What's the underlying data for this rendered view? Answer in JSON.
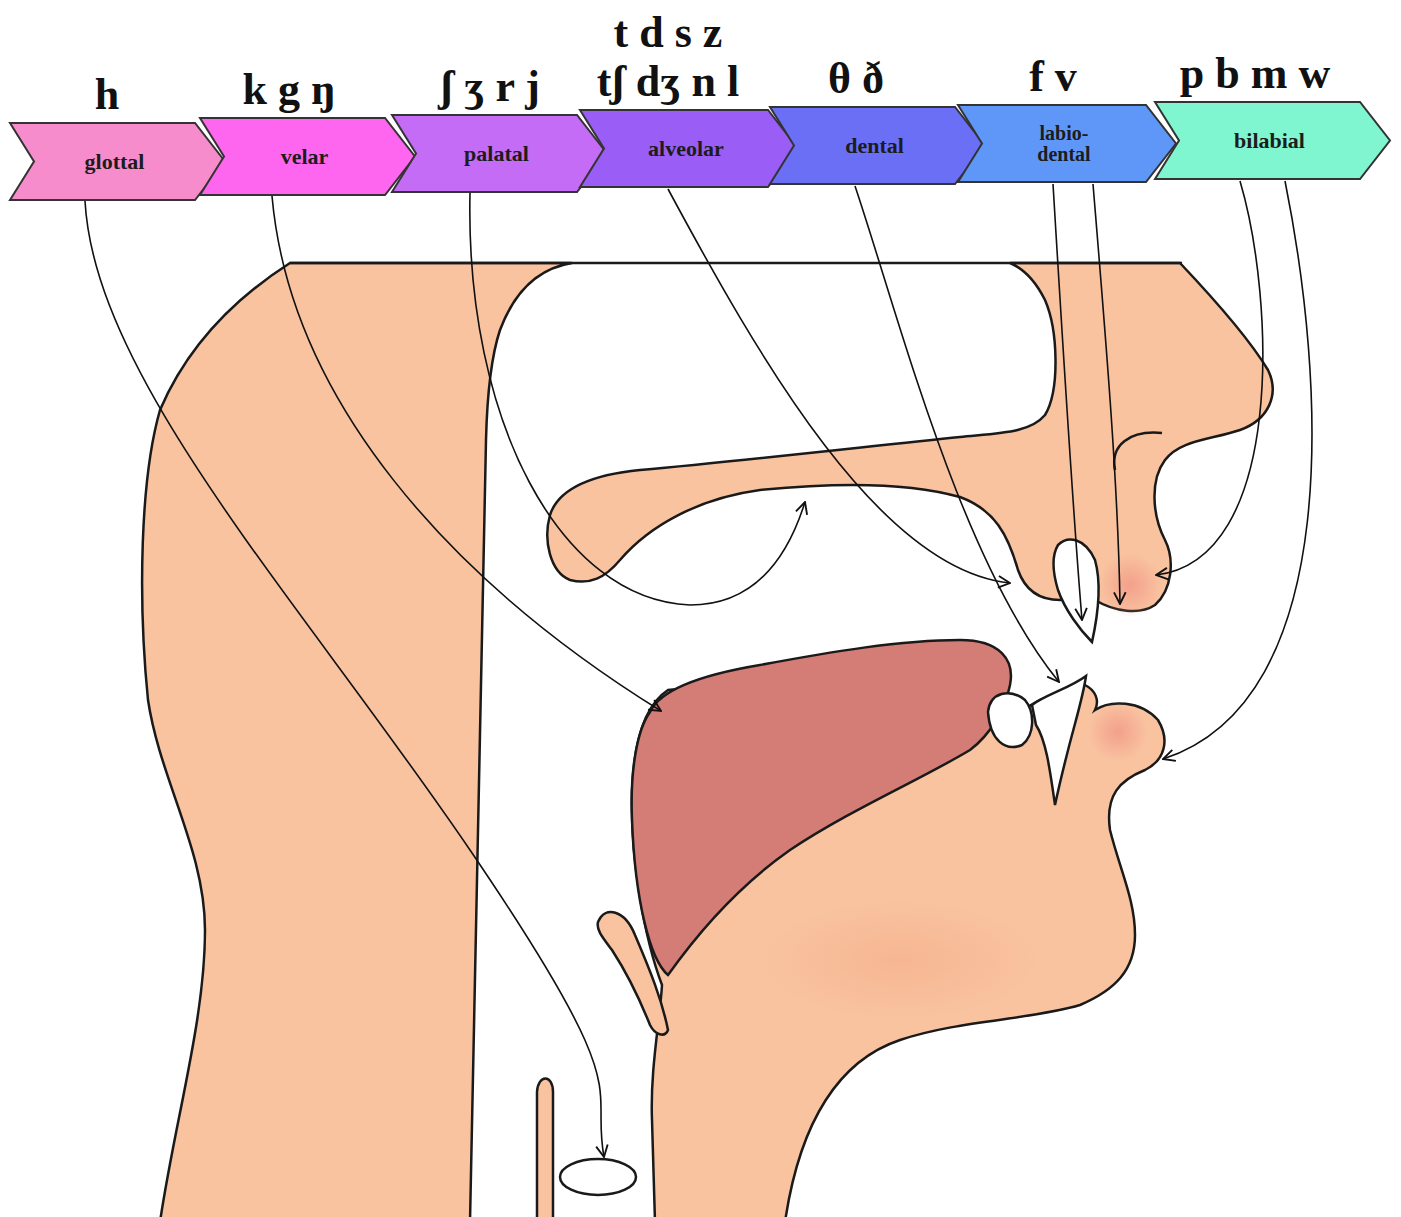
{
  "diagram": {
    "nodes": [
      {
        "text": [
          "h",
          "glottal"
        ]
      },
      {
        "text": [
          "k g ŋ",
          "velar"
        ]
      },
      {
        "text": [
          "ʃ ʒ r j",
          "palatal"
        ]
      },
      {
        "text": [
          "t d s z tʃ dʒ n l",
          "alveolar"
        ]
      },
      {
        "text": [
          "θ ð",
          "dental"
        ]
      },
      {
        "text": [
          "f v",
          "labio- dental"
        ]
      },
      {
        "text": [
          "p b m w",
          "bilabial"
        ]
      }
    ]
  }
}
